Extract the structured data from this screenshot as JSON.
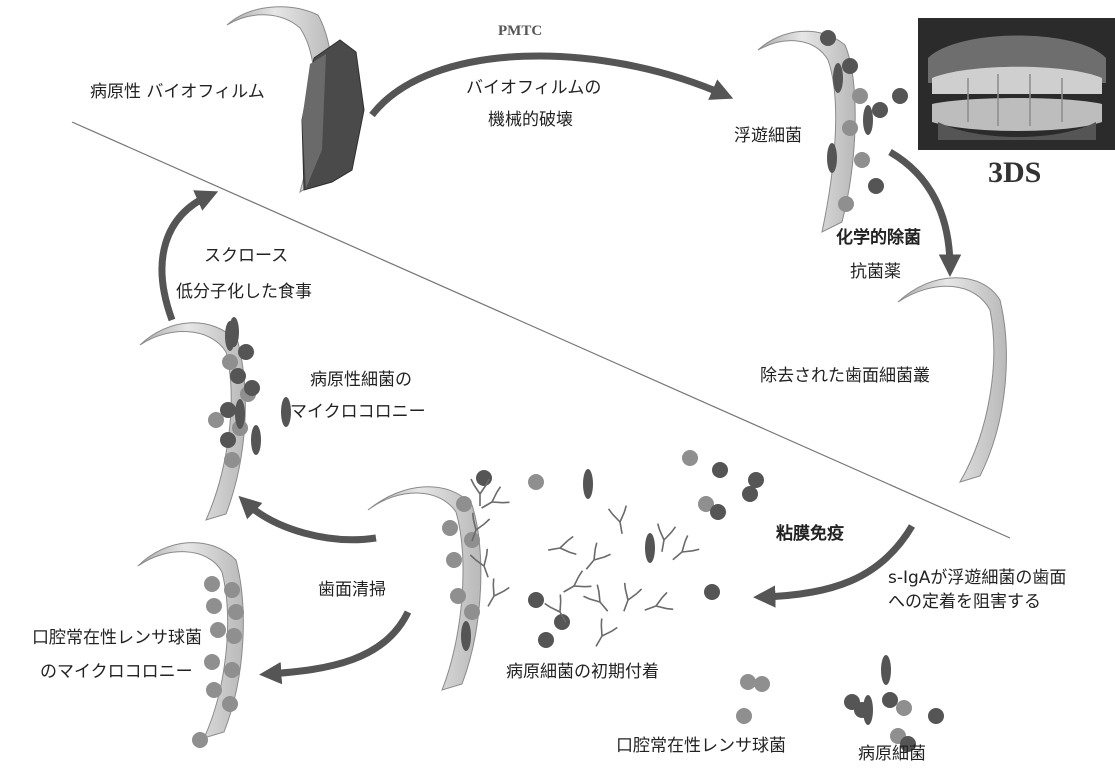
{
  "labels": {
    "pathogenic_biofilm": "病原性 バイオフィルム",
    "pmtc": "PMTC",
    "biofilm_destruction_1": "バイオフィルムの",
    "biofilm_destruction_2": "機械的破壊",
    "planktonic_bacteria": "浮遊細菌",
    "three_ds": "3DS",
    "chemical_sterilization": "化学的除菌",
    "antibacterial_agent": "抗菌薬",
    "removed_plaque": "除去された歯面細菌叢",
    "mucosal_immunity": "粘膜免疫",
    "siga_1": "s-IgAが浮遊細菌の歯面",
    "siga_2": "への定着を阻害する",
    "initial_attachment": "病原細菌の初期付着",
    "oral_commensal_strep": "口腔常在性レンサ球菌",
    "pathogenic_bacteria": "病原細菌",
    "tooth_cleaning": "歯面清掃",
    "commensal_microcolony_1": "口腔常在性レンサ球菌",
    "commensal_microcolony_2": "のマイクロコロニー",
    "pathogen_microcolony_1": "病原性細菌の",
    "pathogen_microcolony_2": "マイクロコロニー",
    "sucrose_1": "スクロース",
    "sucrose_2": "低分子化した食事"
  },
  "colors": {
    "arrow": "#555555",
    "tooth": "#d8d8d8",
    "tooth_edge": "#8a8a8a",
    "biofilm": "#4a4a4a",
    "commensal_cell": "#8f8f8f",
    "pathogen_cell": "#555555",
    "antibody": "#6a6a6a",
    "divider": "#777777"
  }
}
